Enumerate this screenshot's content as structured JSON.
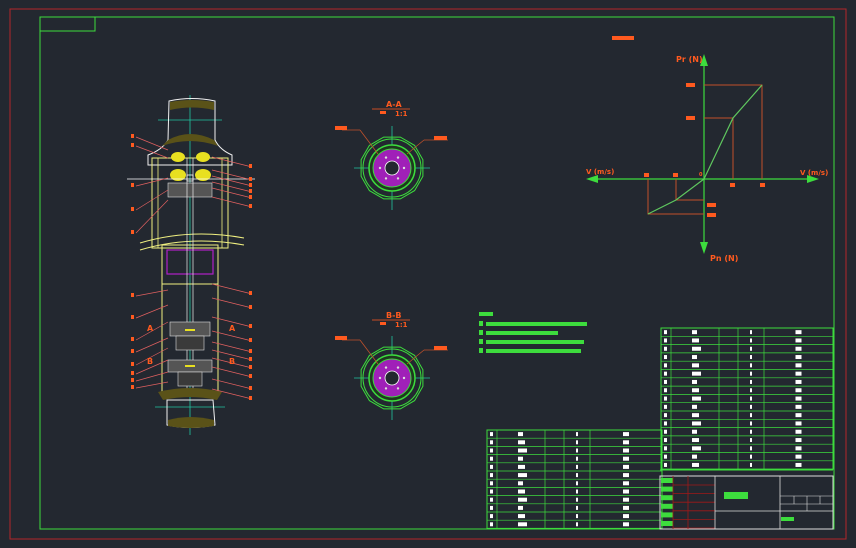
{
  "drawing": {
    "background": "#232830",
    "colors": {
      "frame_outer": "#b3262a",
      "frame_inner": "#3ddc3d",
      "annotation": "#ff5a1f",
      "centerline": "#22c3a0",
      "hatch": "#b020c8",
      "part_outline": "#f0f080",
      "table_text": "#ffffff"
    },
    "sections": [
      {
        "title": "A-A",
        "scale": "1:1"
      },
      {
        "title": "B-B",
        "scale": "1:1"
      }
    ],
    "section_markers": {
      "a": "A",
      "b": "B"
    },
    "graph": {
      "y_pos_label": "Pr (N)",
      "y_neg_label": "Pn (N)",
      "x_label_right": "V (m/s)",
      "x_label_left": "V (m/s)",
      "origin_label": "0"
    }
  }
}
